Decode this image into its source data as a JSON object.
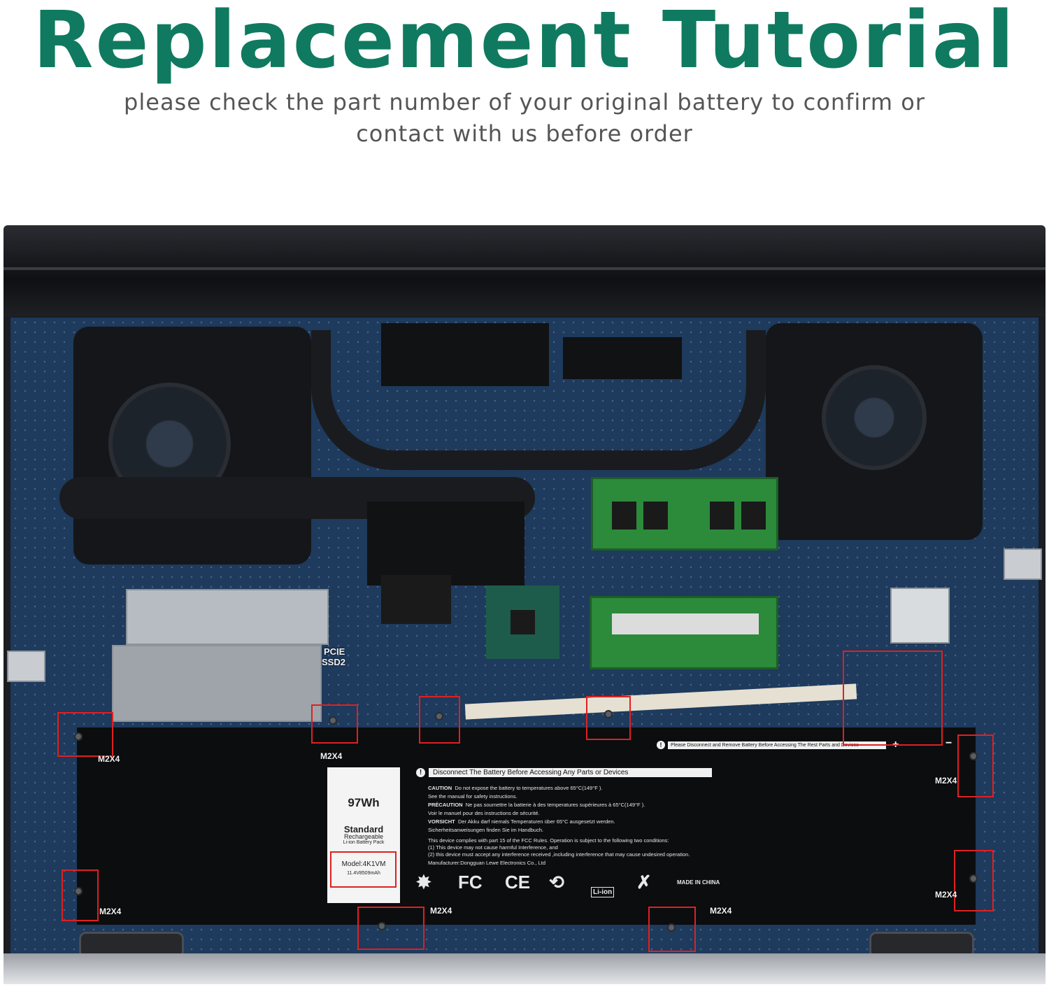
{
  "header": {
    "title": "Replacement Tutorial",
    "subtitle_line1": "please check the part number of your original battery to confirm or",
    "subtitle_line2": "contact with us before order"
  },
  "battery": {
    "capacity": "97Wh",
    "standard": "Standard",
    "rechargeable": "Rechargeable",
    "pack": "Li-ion Battery Pack",
    "model": "Model:4K1VM",
    "rating": "11.4V⁢8509mAh",
    "warning_main": "Disconnect The Battery Before Accessing Any Parts or Devices",
    "warning_top": "Please Disconnect and Remove Battery Before Accessing The Rest Parts and Devices",
    "caution_label": "CAUTION",
    "caution_text": "Do not expose the battery to temperatures above 65°C(149°F ).",
    "caution_text2": "See the manual for safety instructions.",
    "precaution_label": "PRÉCAUTION",
    "precaution_text": "Ne pas soumettre la batterie à des temperatures supérieures à 65°C(149°F ).",
    "precaution_text2": "Voir le manuel pour des instructions de sécurité.",
    "vorsicht_label": "VORSICHT",
    "vorsicht_text": "Der Akku darf niemals Temperaturen über 65°C ausgesetzt werden.",
    "vorsicht_text2": "Sicherheitsanweisungen finden Sie im Handbuch.",
    "fcc_line1": "This device complies with part 15 of the FCC Rules. Operation is subject to the following two conditions:",
    "fcc_line2": "(1) This device may not cause harmful Interference, and",
    "fcc_line3": "(2) this device must accept any interference received ,including interference that may cause undesired operation.",
    "manufacturer": "Manufacturer:Dongguan Lewe Electronics Co., Ltd",
    "cert_fc": "FC",
    "cert_ce": "CE",
    "cert_liion": "Li-ion",
    "made_in": "MADE IN CHINA",
    "plus": "+",
    "minus": "−"
  },
  "board_labels": {
    "pcie": "PCIE",
    "ssd2": "SSD2"
  },
  "screws": {
    "label": "M2X4"
  },
  "colors": {
    "title": "#0f7a5f",
    "subtitle": "#555555",
    "highlight": "#e02020"
  }
}
